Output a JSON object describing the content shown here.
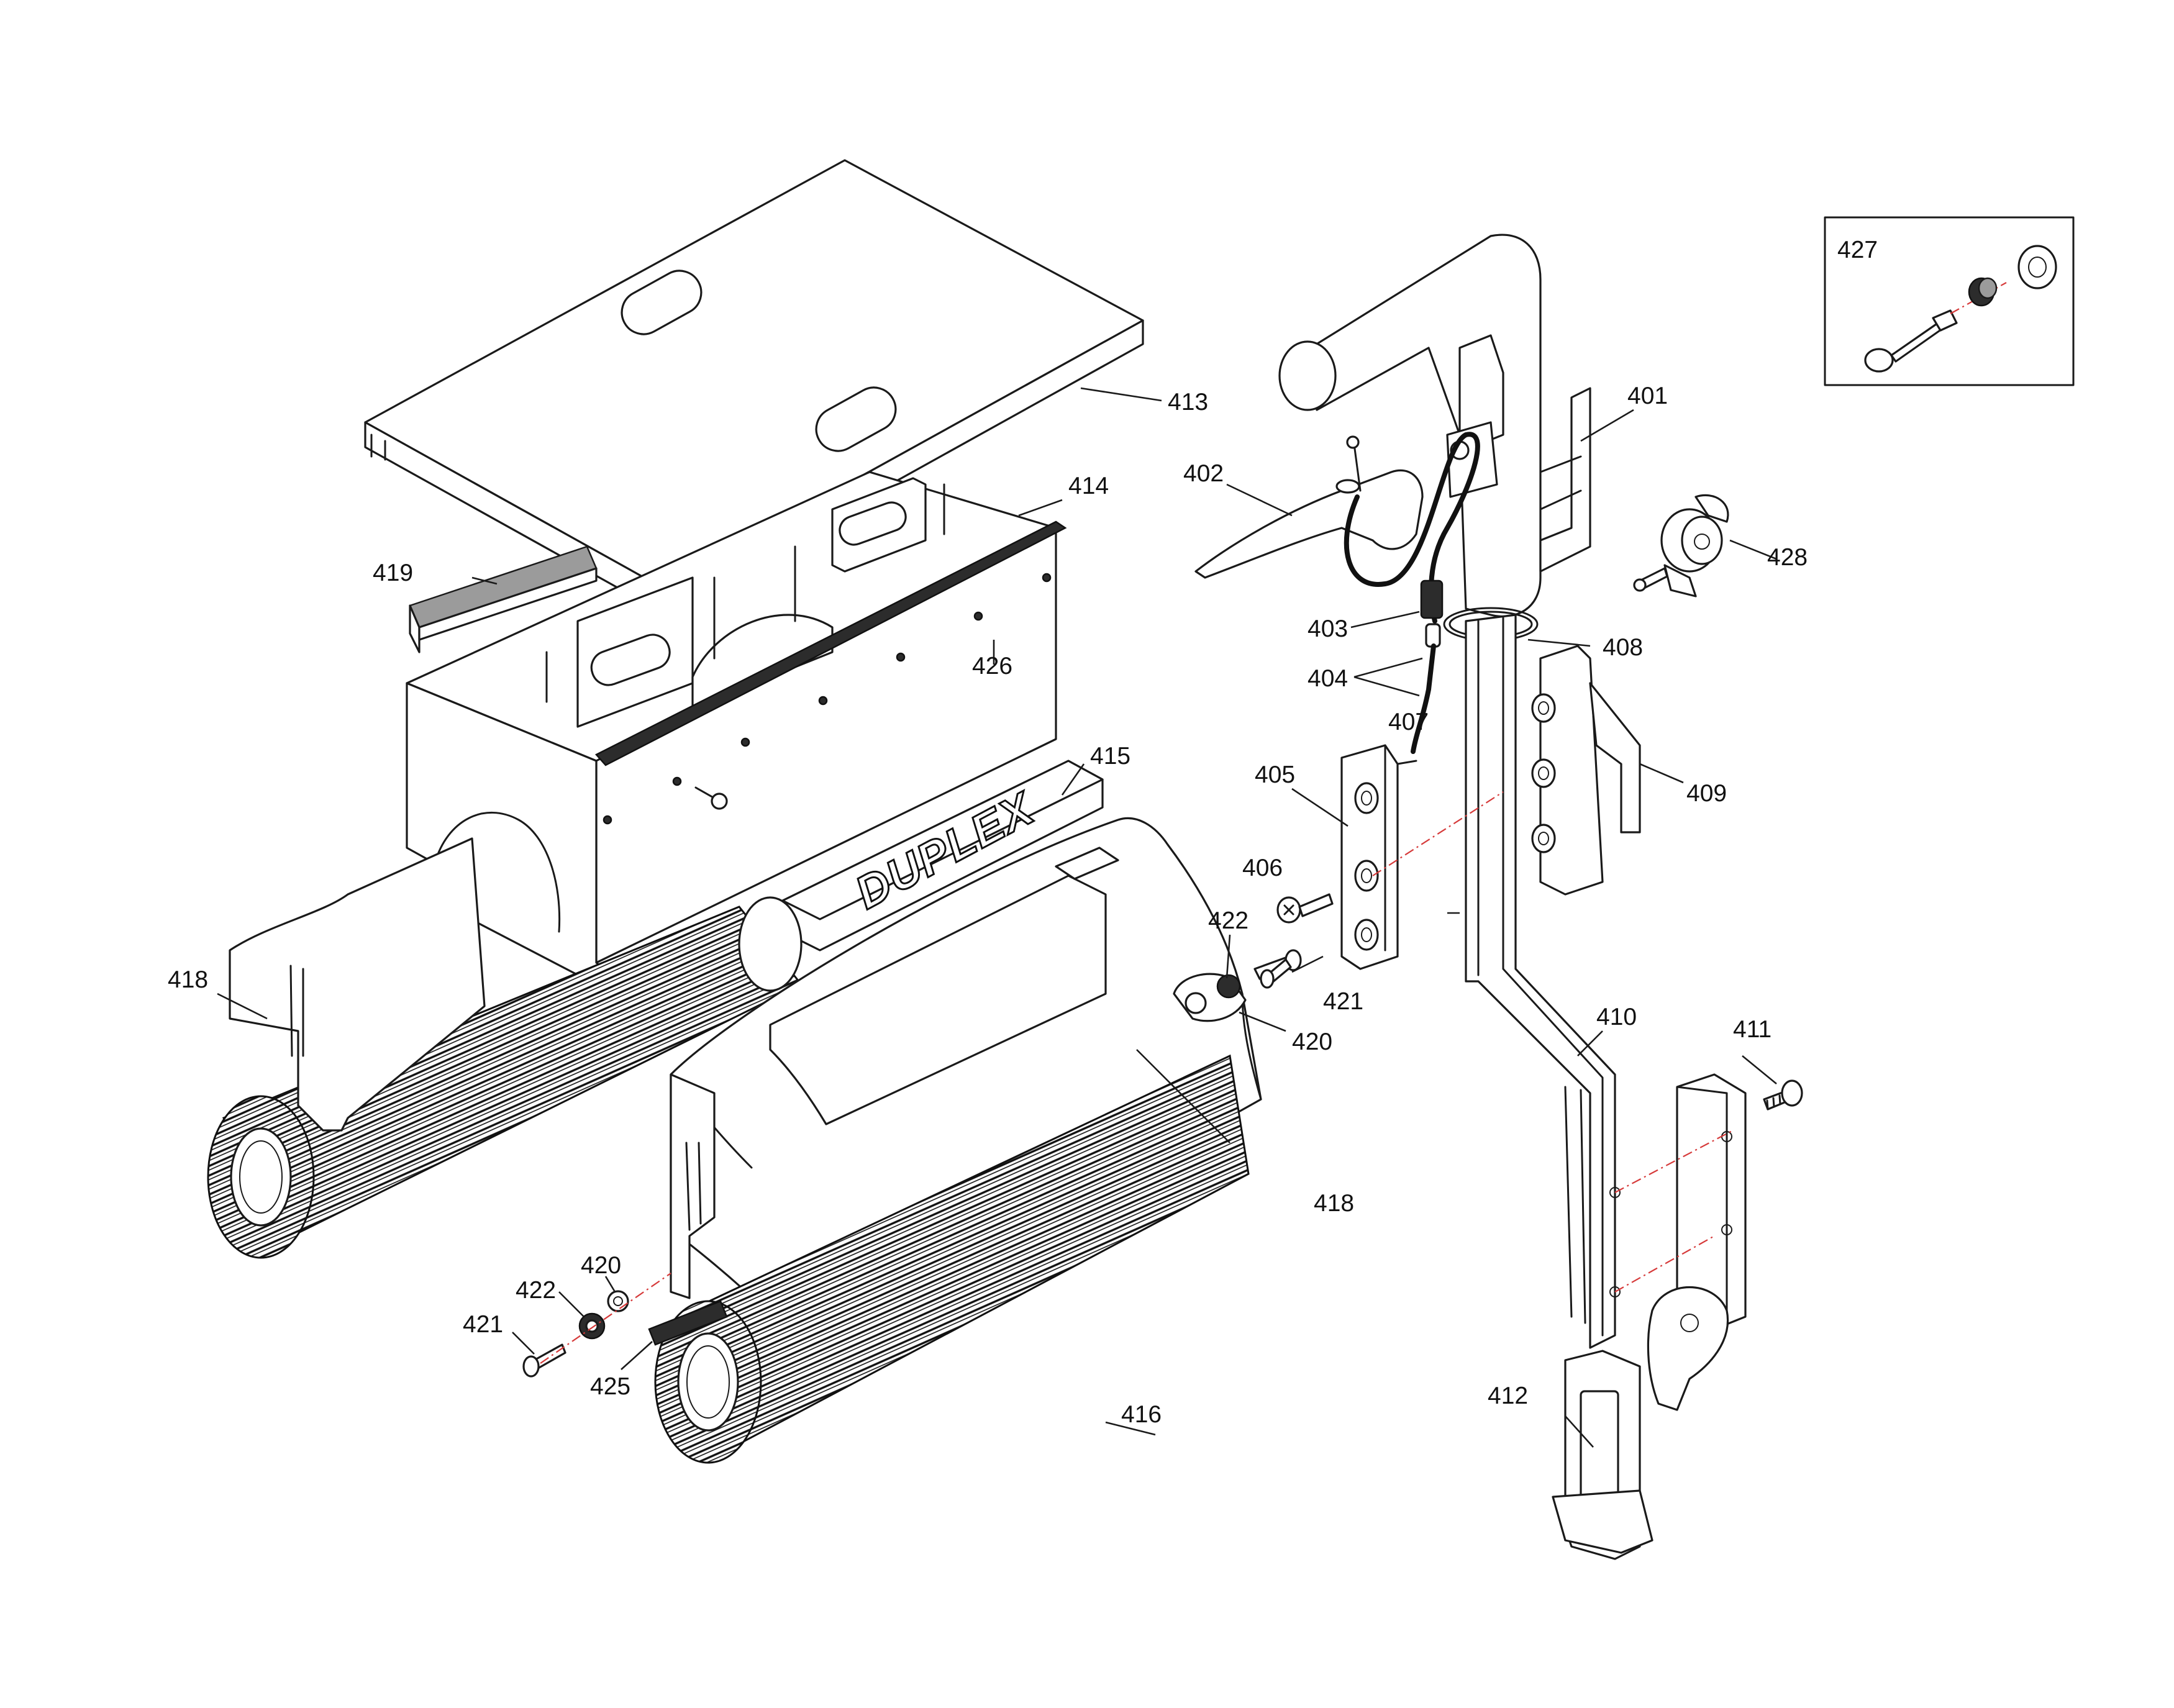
{
  "brand_text": "DUPLEX",
  "inset_label": "427",
  "colors": {
    "line": "#1a1a1a",
    "axis": "#d63a3a",
    "strip": "#9b9b9b"
  },
  "labels": {
    "p401": "401",
    "p402": "402",
    "p403": "403",
    "p404": "404",
    "p405": "405",
    "p406": "406",
    "p407": "407",
    "p408": "408",
    "p409": "409",
    "p410": "410",
    "p411": "411",
    "p412": "412",
    "p413": "413",
    "p414": "414",
    "p415": "415",
    "p416": "416",
    "p418a": "418",
    "p418b": "418",
    "p419": "419",
    "p420a": "420",
    "p420b": "420",
    "p421a": "421",
    "p421b": "421",
    "p422a": "422",
    "p422b": "422",
    "p425": "425",
    "p426": "426",
    "p428": "428"
  }
}
